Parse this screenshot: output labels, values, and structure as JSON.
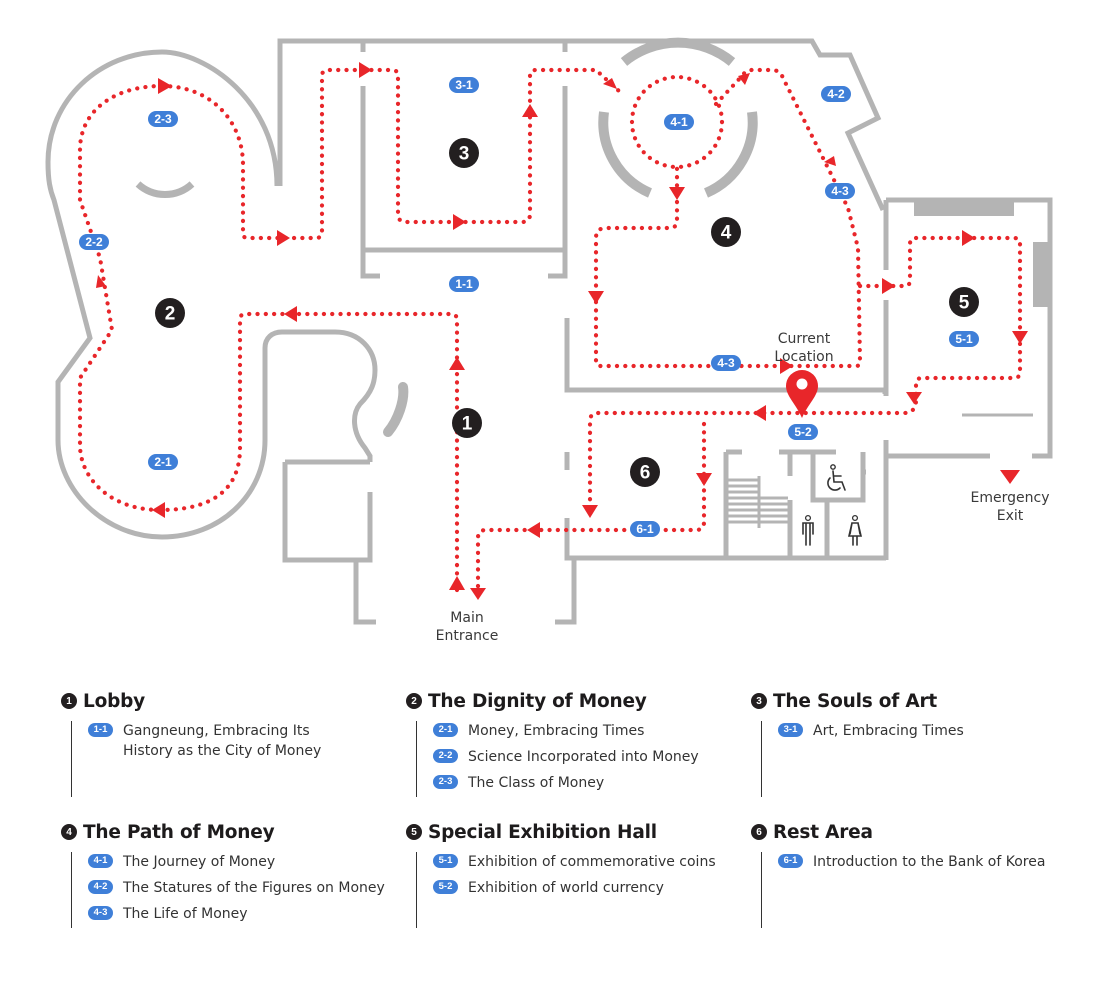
{
  "map": {
    "zones": [
      {
        "num": "1",
        "badge": "1-1"
      },
      {
        "num": "2",
        "badges": [
          "2-1",
          "2-2",
          "2-3"
        ]
      },
      {
        "num": "3",
        "badge": "3-1"
      },
      {
        "num": "4",
        "badges": [
          "4-1",
          "4-2",
          "4-3",
          "4-3"
        ]
      },
      {
        "num": "5",
        "badge": "5-1"
      },
      {
        "num": "6",
        "badge": "6-1"
      }
    ],
    "extra_badges": {
      "b52": "5-2"
    },
    "labels": {
      "current_location_line1": "Current",
      "current_location_line2": "Location",
      "main_entrance_line1": "Main",
      "main_entrance_line2": "Entrance",
      "emergency_exit_line1": "Emergency",
      "emergency_exit_line2": "Exit"
    },
    "icons": [
      "wheelchair-icon",
      "male-restroom-icon",
      "female-restroom-icon",
      "location-pin-icon",
      "stairs-icon"
    ],
    "colors": {
      "route": "#e8262a",
      "badge": "#3f7fd8",
      "wall": "#b4b4b4",
      "zone_marker": "#231f20"
    }
  },
  "legend": [
    {
      "num": "1",
      "title": "Lobby",
      "items": [
        {
          "code": "1-1",
          "lines": [
            "Gangneung, Embracing Its",
            "History as the City of Money"
          ]
        }
      ]
    },
    {
      "num": "2",
      "title": "The Dignity of Money",
      "items": [
        {
          "code": "2-1",
          "lines": [
            "Money, Embracing Times"
          ]
        },
        {
          "code": "2-2",
          "lines": [
            "Science Incorporated into Money"
          ]
        },
        {
          "code": "2-3",
          "lines": [
            "The Class of Money"
          ]
        }
      ]
    },
    {
      "num": "3",
      "title": "The Souls of Art",
      "items": [
        {
          "code": "3-1",
          "lines": [
            "Art, Embracing Times"
          ]
        }
      ]
    },
    {
      "num": "4",
      "title": "The Path of Money",
      "items": [
        {
          "code": "4-1",
          "lines": [
            "The Journey of Money"
          ]
        },
        {
          "code": "4-2",
          "lines": [
            "The Statures of the Figures on Money"
          ]
        },
        {
          "code": "4-3",
          "lines": [
            "The Life of Money"
          ]
        }
      ]
    },
    {
      "num": "5",
      "title": "Special Exhibition Hall",
      "items": [
        {
          "code": "5-1",
          "lines": [
            "Exhibition of commemorative coins"
          ]
        },
        {
          "code": "5-2",
          "lines": [
            "Exhibition of world currency"
          ]
        }
      ]
    },
    {
      "num": "6",
      "title": "Rest Area",
      "items": [
        {
          "code": "6-1",
          "lines": [
            "Introduction to the Bank of Korea"
          ]
        }
      ]
    }
  ]
}
